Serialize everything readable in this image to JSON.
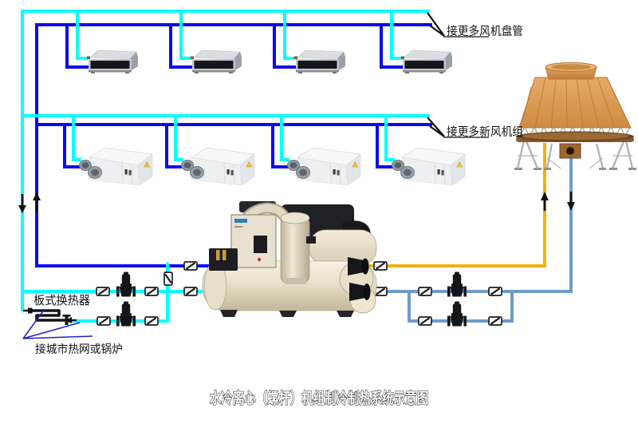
{
  "title": "水冷离心（螺杆）机组制冷制热系统示意图",
  "labels": {
    "more_fan_coils": "接更多风机盘管",
    "more_fresh_air_units": "接更多新风机组",
    "plate_heat_exchanger": "板式换热器",
    "city_heat_or_boiler": "接城市热网或锅炉"
  },
  "legend_colors": {
    "chilled_water_supply": "#00ffff",
    "chilled_water_return": "#0a0af0",
    "cooling_water_to_tower": "#efb117",
    "cooling_water_from_tower": "#6f9bc9",
    "tower_body": "#d9954e",
    "label_text": "#111111"
  },
  "equipment": {
    "fan_coil_units": 4,
    "fresh_air_units": 4,
    "chillers": 1,
    "cooling_towers": 1,
    "pumps": 4,
    "valves": 12,
    "plate_heat_exchangers": 1
  }
}
